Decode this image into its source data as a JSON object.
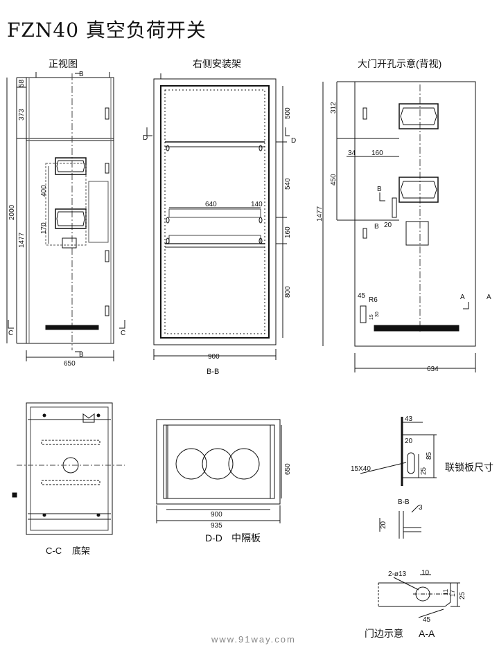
{
  "title": "FZN40 真空负荷开关",
  "views": {
    "front": {
      "title": "正视图",
      "dims": {
        "d58": "58",
        "d373": "373",
        "d2000": "2000",
        "d1477": "1477",
        "d400": "400",
        "d170": "170",
        "d650": "650"
      },
      "section": "B",
      "cut": "C"
    },
    "side": {
      "title": "右侧安装架",
      "dims": {
        "d500": "500",
        "d540": "540",
        "d160": "160",
        "d800": "800",
        "d640": "640",
        "d140": "140",
        "d900": "900"
      },
      "section_label": "B-B",
      "cut": "D"
    },
    "door": {
      "title": "大门开孔示意(背视)",
      "dims": {
        "d312": "312",
        "d450": "450",
        "d1477": "1477",
        "d34": "34",
        "d160": "160",
        "d20": "20",
        "d45": "45",
        "d634": "634",
        "r6": "R6",
        "d15": "15",
        "d30": "30"
      },
      "b": "B",
      "a": "A"
    },
    "base": {
      "title": "C-C 底架",
      "title_cc": "C-C",
      "title_text": "底架"
    },
    "partition": {
      "title_dd": "D-D",
      "title_text": "中隔板",
      "dims": {
        "d650": "650",
        "d900": "900",
        "d935": "935"
      }
    },
    "interlock": {
      "title": "联锁板尺寸",
      "dims": {
        "d43": "43",
        "d20": "20",
        "d85": "85",
        "d25": "25",
        "slot": "15X40"
      },
      "bb": "B-B",
      "d3": "3",
      "d20b": "20"
    },
    "door_edge": {
      "title_text": "门边示意",
      "title_aa": "A-A",
      "dims": {
        "holes": "2-ø13",
        "d10": "10",
        "d11": "11",
        "d17": "17",
        "d25": "25",
        "angle": "45"
      }
    }
  },
  "footer": "www.91way.com"
}
